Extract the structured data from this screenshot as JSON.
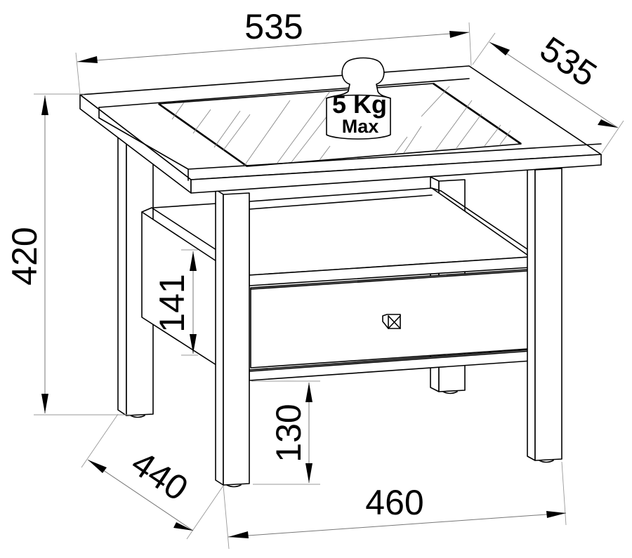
{
  "drawing": {
    "subject": "side table with glass top, open shelf and drawer",
    "stroke_color": "#000000",
    "dimension_line_color": "#777777",
    "background": "#ffffff"
  },
  "dimensions": {
    "top_width": "535",
    "top_depth": "535",
    "overall_height": "420",
    "shelf_opening_height": "141",
    "floor_clearance": "130",
    "leg_depth": "440",
    "leg_width": "460"
  },
  "load_badge": {
    "icon": "weight-icon",
    "value": "5 Kg",
    "caption": "Max"
  }
}
